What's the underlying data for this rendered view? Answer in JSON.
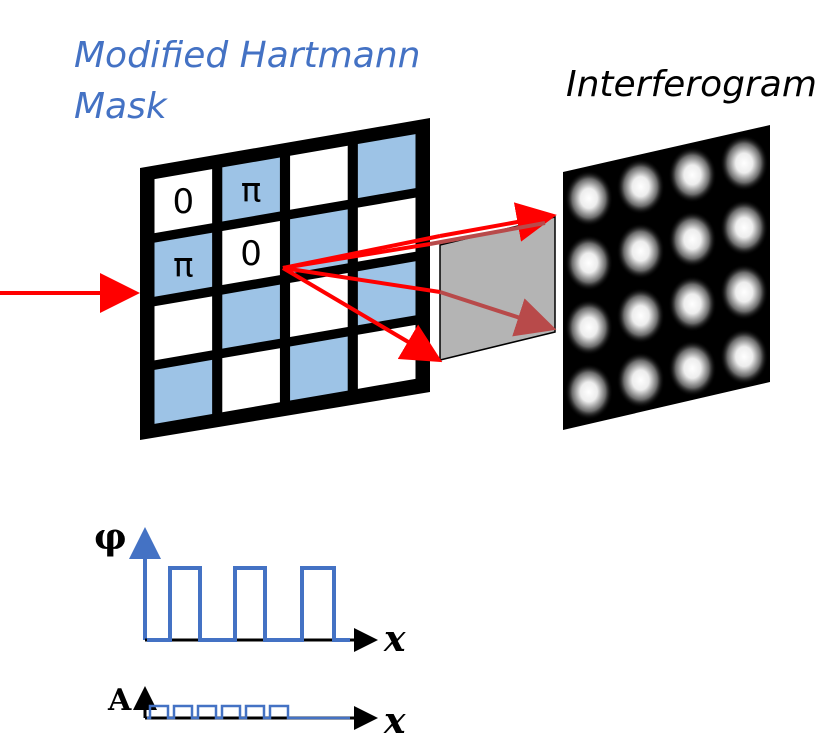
{
  "mask": {
    "title_line1": "Modified Hartmann",
    "title_line2": "Mask",
    "title_color": "#4472C4",
    "cell_labels": [
      {
        "row": 0,
        "col": 0,
        "text": "0"
      },
      {
        "row": 0,
        "col": 1,
        "text": "π"
      },
      {
        "row": 1,
        "col": 0,
        "text": "π"
      },
      {
        "row": 1,
        "col": 1,
        "text": "0"
      }
    ],
    "cells": [
      [
        "white",
        "blue",
        "white",
        "blue"
      ],
      [
        "blue",
        "white",
        "blue",
        "white"
      ],
      [
        "white",
        "blue",
        "white",
        "blue"
      ],
      [
        "blue",
        "white",
        "blue",
        "white"
      ]
    ],
    "colors": {
      "frame": "#000000",
      "blue": "#9DC3E6",
      "white": "#FFFFFF"
    }
  },
  "interferogram": {
    "title": "Interferogram",
    "spot_grid": "4x4"
  },
  "beam": {
    "color": "#FF0000",
    "filter_color": "#B4B4B4"
  },
  "phase_plot": {
    "y_label": "φ",
    "x_label": "x",
    "color": "#4472C4",
    "pulses": 3
  },
  "amplitude_plot": {
    "y_label": "A",
    "x_label": "x",
    "color": "#4472C4",
    "pulses": 6
  }
}
